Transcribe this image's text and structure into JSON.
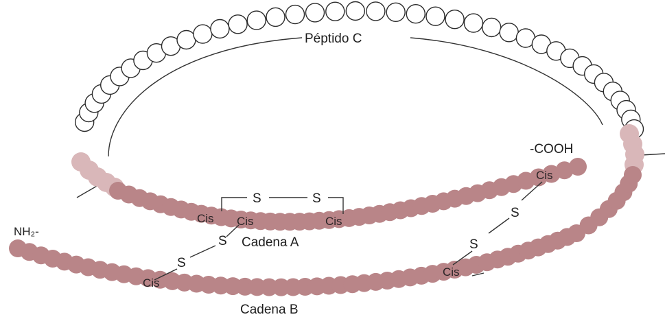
{
  "labels": {
    "peptide_c": "Péptido C",
    "cooh": "-COOH",
    "nh2": "NH₂-",
    "chain_a": "Cadena A",
    "chain_b": "Cadena B",
    "cis": "Cis",
    "s": "S"
  },
  "colors": {
    "bead_fill": "#b98588",
    "bead_fill_light": "#d9b7b9",
    "outline": "#2b2b2b"
  }
}
